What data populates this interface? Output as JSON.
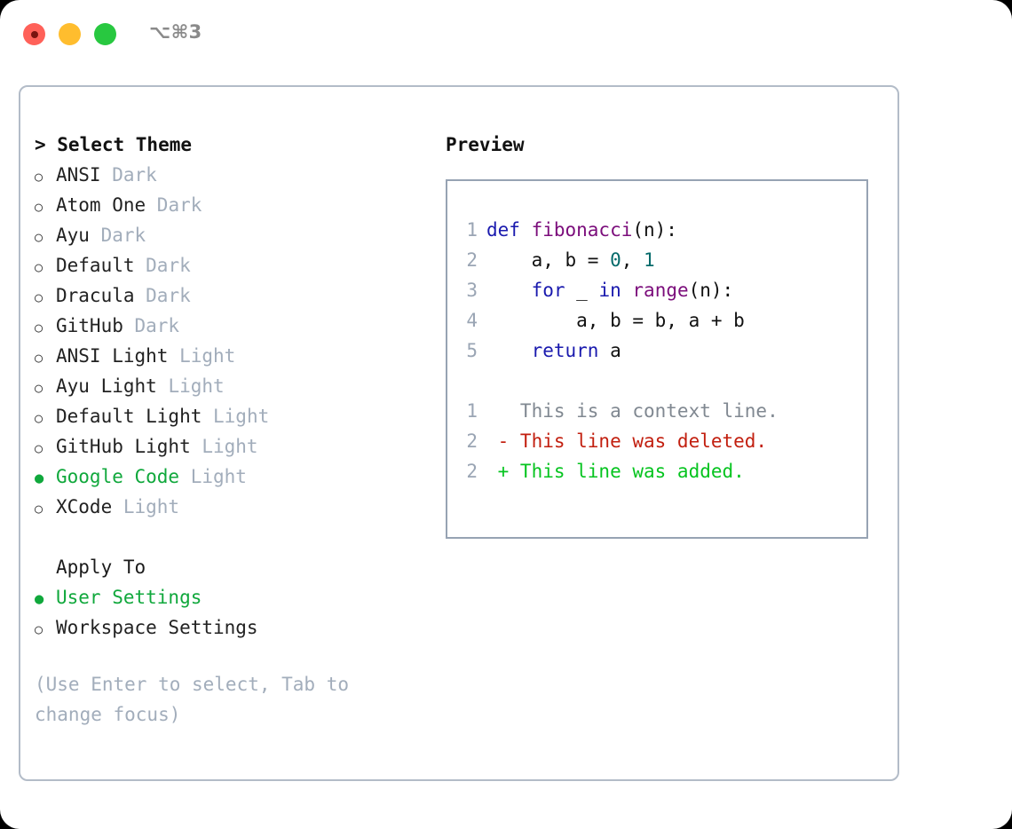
{
  "titlebar": {
    "shortcut": "⌥⌘3",
    "lights": [
      "close-red",
      "minimize-yellow",
      "maximize-green"
    ]
  },
  "left": {
    "header": "> Select Theme",
    "themes": [
      {
        "marker": "○",
        "name": "ANSI",
        "suffix": "Dark",
        "selected": false
      },
      {
        "marker": "○",
        "name": "Atom One",
        "suffix": "Dark",
        "selected": false
      },
      {
        "marker": "○",
        "name": "Ayu",
        "suffix": "Dark",
        "selected": false
      },
      {
        "marker": "○",
        "name": "Default",
        "suffix": "Dark",
        "selected": false
      },
      {
        "marker": "○",
        "name": "Dracula",
        "suffix": "Dark",
        "selected": false
      },
      {
        "marker": "○",
        "name": "GitHub",
        "suffix": "Dark",
        "selected": false
      },
      {
        "marker": "○",
        "name": "ANSI Light",
        "suffix": "Light",
        "selected": false
      },
      {
        "marker": "○",
        "name": "Ayu Light",
        "suffix": "Light",
        "selected": false
      },
      {
        "marker": "○",
        "name": "Default Light",
        "suffix": "Light",
        "selected": false
      },
      {
        "marker": "○",
        "name": "GitHub Light",
        "suffix": "Light",
        "selected": false
      },
      {
        "marker": "●",
        "name": "Google Code",
        "suffix": "Light",
        "selected": true
      },
      {
        "marker": "○",
        "name": "XCode",
        "suffix": "Light",
        "selected": false
      }
    ],
    "apply_to": {
      "title": "Apply To",
      "options": [
        {
          "marker": "●",
          "name": "User Settings",
          "selected": true
        },
        {
          "marker": "○",
          "name": "Workspace Settings",
          "selected": false
        }
      ]
    },
    "hint": "(Use Enter to select, Tab to change focus)"
  },
  "right": {
    "header": "Preview",
    "code_lines": [
      {
        "no": "1",
        "tokens": [
          {
            "t": "def ",
            "c": "kw"
          },
          {
            "t": "fibonacci",
            "c": "fn"
          },
          {
            "t": "(n):",
            "c": "txt"
          }
        ]
      },
      {
        "no": "2",
        "tokens": [
          {
            "t": "    a, b = ",
            "c": "txt"
          },
          {
            "t": "0",
            "c": "num"
          },
          {
            "t": ", ",
            "c": "txt"
          },
          {
            "t": "1",
            "c": "num"
          }
        ]
      },
      {
        "no": "3",
        "tokens": [
          {
            "t": "    ",
            "c": "txt"
          },
          {
            "t": "for",
            "c": "kw"
          },
          {
            "t": " _ ",
            "c": "txt"
          },
          {
            "t": "in",
            "c": "kw"
          },
          {
            "t": " ",
            "c": "txt"
          },
          {
            "t": "range",
            "c": "fn"
          },
          {
            "t": "(n):",
            "c": "txt"
          }
        ]
      },
      {
        "no": "4",
        "tokens": [
          {
            "t": "        a, b = b, a + b",
            "c": "txt"
          }
        ]
      },
      {
        "no": "5",
        "tokens": [
          {
            "t": "    ",
            "c": "txt"
          },
          {
            "t": "return",
            "c": "kw"
          },
          {
            "t": " a",
            "c": "txt"
          }
        ]
      }
    ],
    "diff_lines": [
      {
        "no": "1",
        "tokens": [
          {
            "t": "   This is a context line.",
            "c": "ctx"
          }
        ]
      },
      {
        "no": "2",
        "tokens": [
          {
            "t": " - This line was deleted.",
            "c": "del"
          }
        ]
      },
      {
        "no": "2",
        "tokens": [
          {
            "t": " + This line was added.",
            "c": "add"
          }
        ]
      }
    ]
  },
  "colors": {
    "selection_green": "#10a83c",
    "muted_gray": "#a2adbb",
    "keyword_blue": "#1a1aae",
    "function_purple": "#7b0d7b",
    "number_teal": "#046a6a",
    "diff_delete_red": "#c21f0f",
    "diff_add_green": "#05c41f",
    "panel_border": "#b3bcc8",
    "preview_border": "#97a3b3"
  }
}
